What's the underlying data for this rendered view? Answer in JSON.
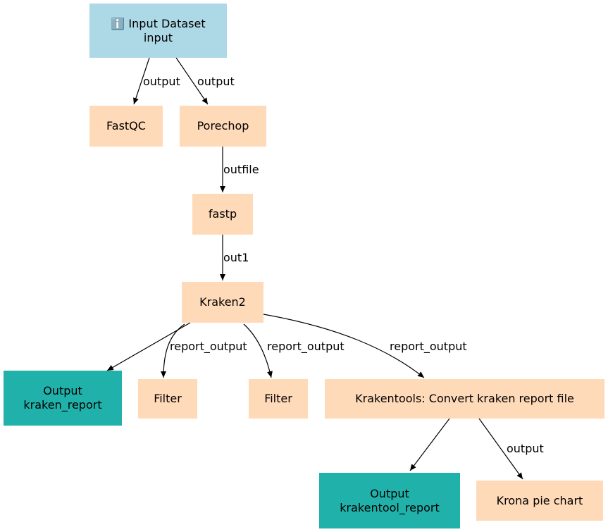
{
  "nodes": {
    "input": {
      "icon": "ℹ️",
      "title": "Input Dataset",
      "name": "input"
    },
    "fastqc": {
      "label": "FastQC"
    },
    "porechop": {
      "label": "Porechop"
    },
    "fastp": {
      "label": "fastp"
    },
    "kraken2": {
      "label": "Kraken2"
    },
    "output_kraken": {
      "title": "Output",
      "name": "kraken_report"
    },
    "filter1": {
      "label": "Filter"
    },
    "filter2": {
      "label": "Filter"
    },
    "krakentools": {
      "label": "Krakentools: Convert kraken report file"
    },
    "output_krakentool": {
      "title": "Output",
      "name": "krakentool_report"
    },
    "krona": {
      "label": "Krona pie chart"
    }
  },
  "edges": {
    "input_fastqc": "output",
    "input_porechop": "output",
    "porechop_fastp": "outfile",
    "fastp_kraken2": "out1",
    "kraken2_filter1": "report_output",
    "kraken2_filter2": "report_output",
    "kraken2_krakentools": "report_output",
    "krakentools_krona": "output"
  },
  "colors": {
    "input": "#add8e6",
    "tool": "#ffdab9",
    "output": "#20b2aa"
  }
}
